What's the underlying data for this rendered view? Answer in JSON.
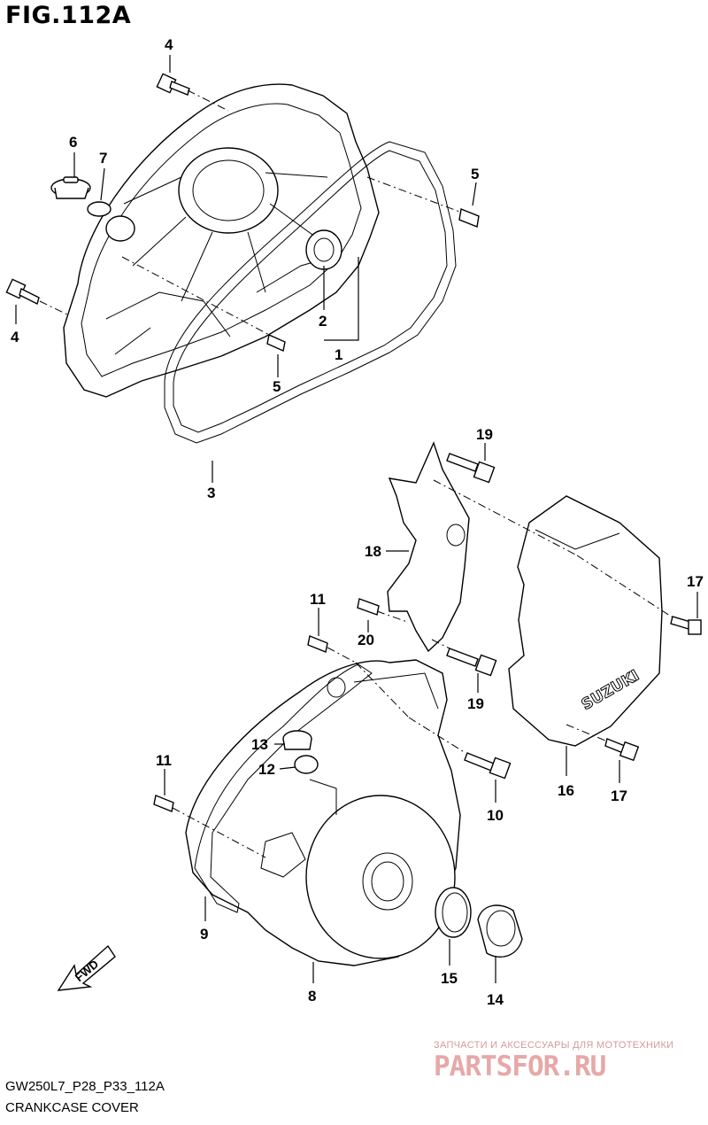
{
  "figure_title": "FIG.112A",
  "footer": {
    "code": "GW250L7_P28_P33_112A",
    "name": "CRANKCASE COVER"
  },
  "direction_arrow_label": "FWD",
  "cover_logo_text": "SUZUKI",
  "watermark": {
    "line1": "ЗАПЧАСТИ И АКСЕССУАРЫ ДЛЯ МОТОТЕХНИКИ",
    "logo": "PARTSFOR.RU"
  },
  "callouts": {
    "c4a": "4",
    "c6": "6",
    "c7": "7",
    "c5a": "5",
    "c4b": "4",
    "c2": "2",
    "c1": "1",
    "c5b": "5",
    "c3": "3",
    "c19a": "19",
    "c18": "18",
    "c17a": "17",
    "c11a": "11",
    "c20": "20",
    "c19b": "19",
    "c13": "13",
    "c12": "12",
    "c11b": "11",
    "c10": "10",
    "c16": "16",
    "c17b": "17",
    "c9": "9",
    "c8": "8",
    "c15": "15",
    "c14": "14"
  }
}
